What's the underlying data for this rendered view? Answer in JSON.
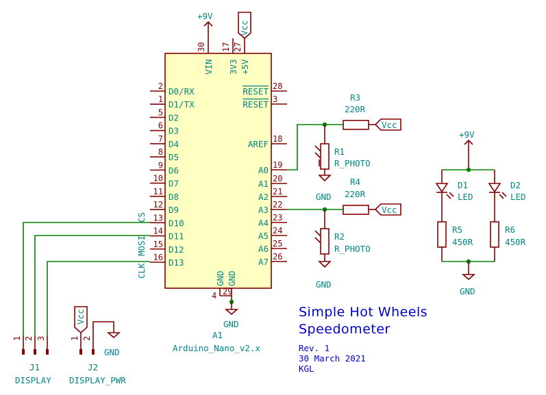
{
  "arduino": {
    "ref": "A1",
    "value": "Arduino_Nano_v2.x",
    "left_pins": [
      {
        "num": "2",
        "name": "D0/RX"
      },
      {
        "num": "1",
        "name": "D1/TX"
      },
      {
        "num": "5",
        "name": "D2"
      },
      {
        "num": "6",
        "name": "D3"
      },
      {
        "num": "7",
        "name": "D4"
      },
      {
        "num": "8",
        "name": "D5"
      },
      {
        "num": "9",
        "name": "D6"
      },
      {
        "num": "10",
        "name": "D7"
      },
      {
        "num": "11",
        "name": "D8"
      },
      {
        "num": "12",
        "name": "D9"
      },
      {
        "num": "13",
        "name": "D10"
      },
      {
        "num": "14",
        "name": "D11"
      },
      {
        "num": "15",
        "name": "D12"
      },
      {
        "num": "16",
        "name": "D13"
      }
    ],
    "right_pins": [
      {
        "num": "28",
        "name": "RESET"
      },
      {
        "num": "3",
        "name": "RESET"
      },
      {
        "num": "18",
        "name": "AREF"
      },
      {
        "num": "19",
        "name": "A0"
      },
      {
        "num": "20",
        "name": "A1"
      },
      {
        "num": "21",
        "name": "A2"
      },
      {
        "num": "22",
        "name": "A3"
      },
      {
        "num": "23",
        "name": "A4"
      },
      {
        "num": "24",
        "name": "A5"
      },
      {
        "num": "25",
        "name": "A6"
      },
      {
        "num": "26",
        "name": "A7"
      }
    ],
    "top_pins": [
      {
        "num": "30",
        "name": "VIN"
      },
      {
        "num": "17",
        "name": "3V3"
      },
      {
        "num": "27",
        "name": "+5V"
      }
    ],
    "bottom_pins": [
      {
        "num": "4",
        "name": "GND"
      },
      {
        "num": "29",
        "name": "GND"
      }
    ]
  },
  "nets": {
    "v9": "+9V",
    "vcc": "Vcc",
    "gnd": "GND",
    "cs": "CS",
    "mosi": "MOSI",
    "clk": "CLK"
  },
  "r1": {
    "ref": "R1",
    "value": "R_PHOTO"
  },
  "r2": {
    "ref": "R2",
    "value": "R_PHOTO"
  },
  "r3": {
    "ref": "R3",
    "value": "220R"
  },
  "r4": {
    "ref": "R4",
    "value": "220R"
  },
  "r5": {
    "ref": "R5",
    "value": "450R"
  },
  "r6": {
    "ref": "R6",
    "value": "450R"
  },
  "d1": {
    "ref": "D1",
    "value": "LED"
  },
  "d2": {
    "ref": "D2",
    "value": "LED"
  },
  "j1": {
    "ref": "J1",
    "value": "DISPLAY",
    "pins": [
      "1",
      "2",
      "3"
    ]
  },
  "j2": {
    "ref": "J2",
    "value": "DISPLAY_PWR",
    "pins": [
      "1",
      "2"
    ]
  },
  "title_block": {
    "title_line1": "Simple Hot Wheels",
    "title_line2": "Speedometer",
    "rev": "Rev. 1",
    "date": "30 March 2021",
    "author": "KGL"
  }
}
